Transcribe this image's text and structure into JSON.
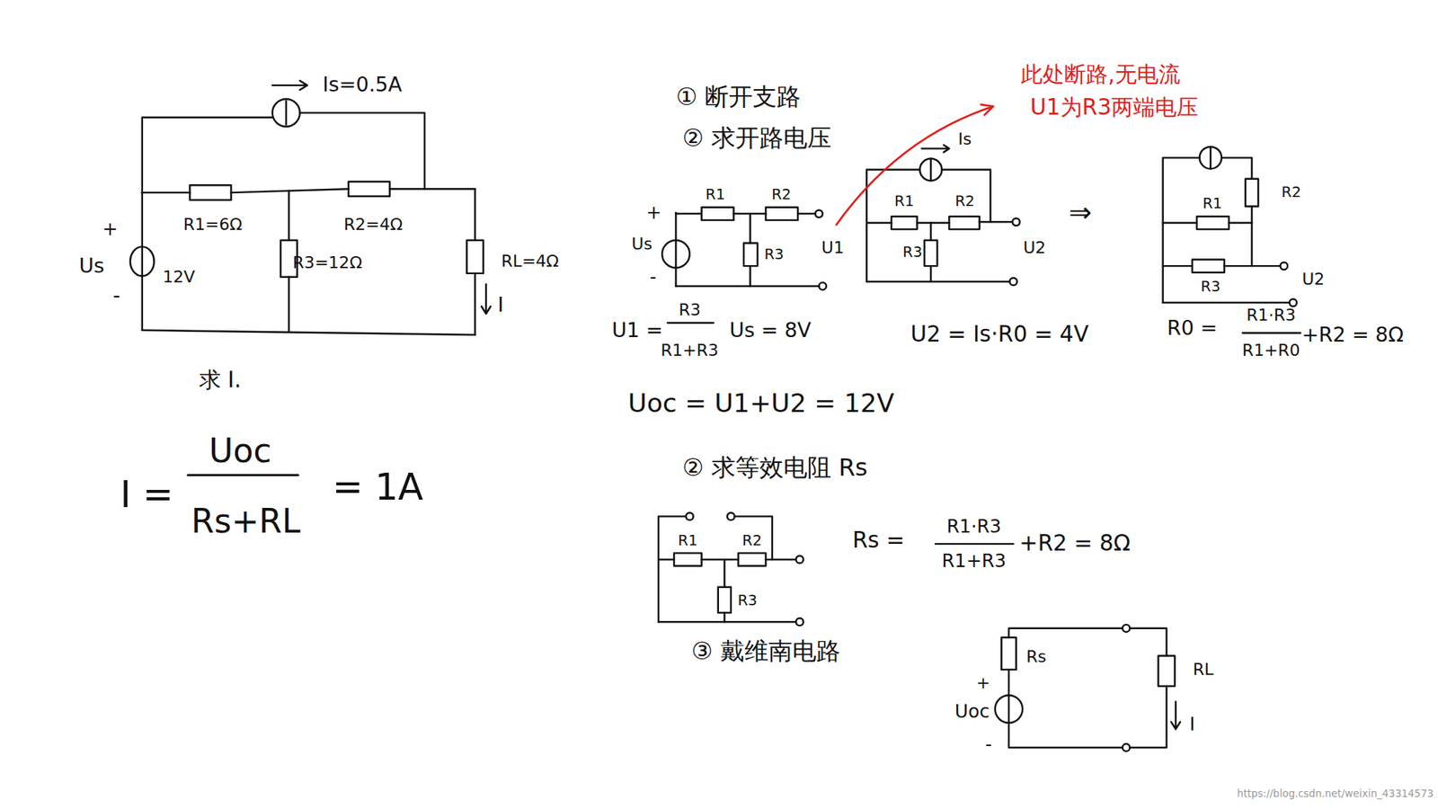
{
  "diagram": {
    "labels": [
      "Is=0.5A",
      "+",
      "Us",
      "12V",
      "-",
      "R1=6Ω",
      "R2=4Ω",
      "R3=12Ω",
      "RL=4Ω",
      "I",
      "求 I.",
      "I =",
      "Uoc",
      "Rs+RL",
      "= 1A",
      "① 断开支路",
      "② 求开路电压",
      "此处断路,无电流",
      "U1为R3两端电压",
      "+",
      "Us",
      "-",
      "R1",
      "R2",
      "R3",
      "U1",
      "U1 =",
      "R3",
      "R1+R3",
      "Us = 8V",
      "Is",
      "R1",
      "R2",
      "R3",
      "U2",
      "U2 = Is·R0 = 4V",
      "⇒",
      "R2",
      "R1",
      "R3",
      "U2",
      "R0 =",
      "R1·R3",
      "R1+R0",
      "+R2 = 8Ω",
      "Uoc = U1+U2 = 12V",
      "② 求等效电阻 Rs",
      "R1",
      "R2",
      "R3",
      "Rs =",
      "R1·R3",
      "R1+R3",
      "+R2 = 8Ω",
      "③ 戴维南电路",
      "Rs",
      "RL",
      "+",
      "Uoc",
      "-",
      "I",
      "https://blog.csdn.net/weixin_43314573"
    ]
  }
}
